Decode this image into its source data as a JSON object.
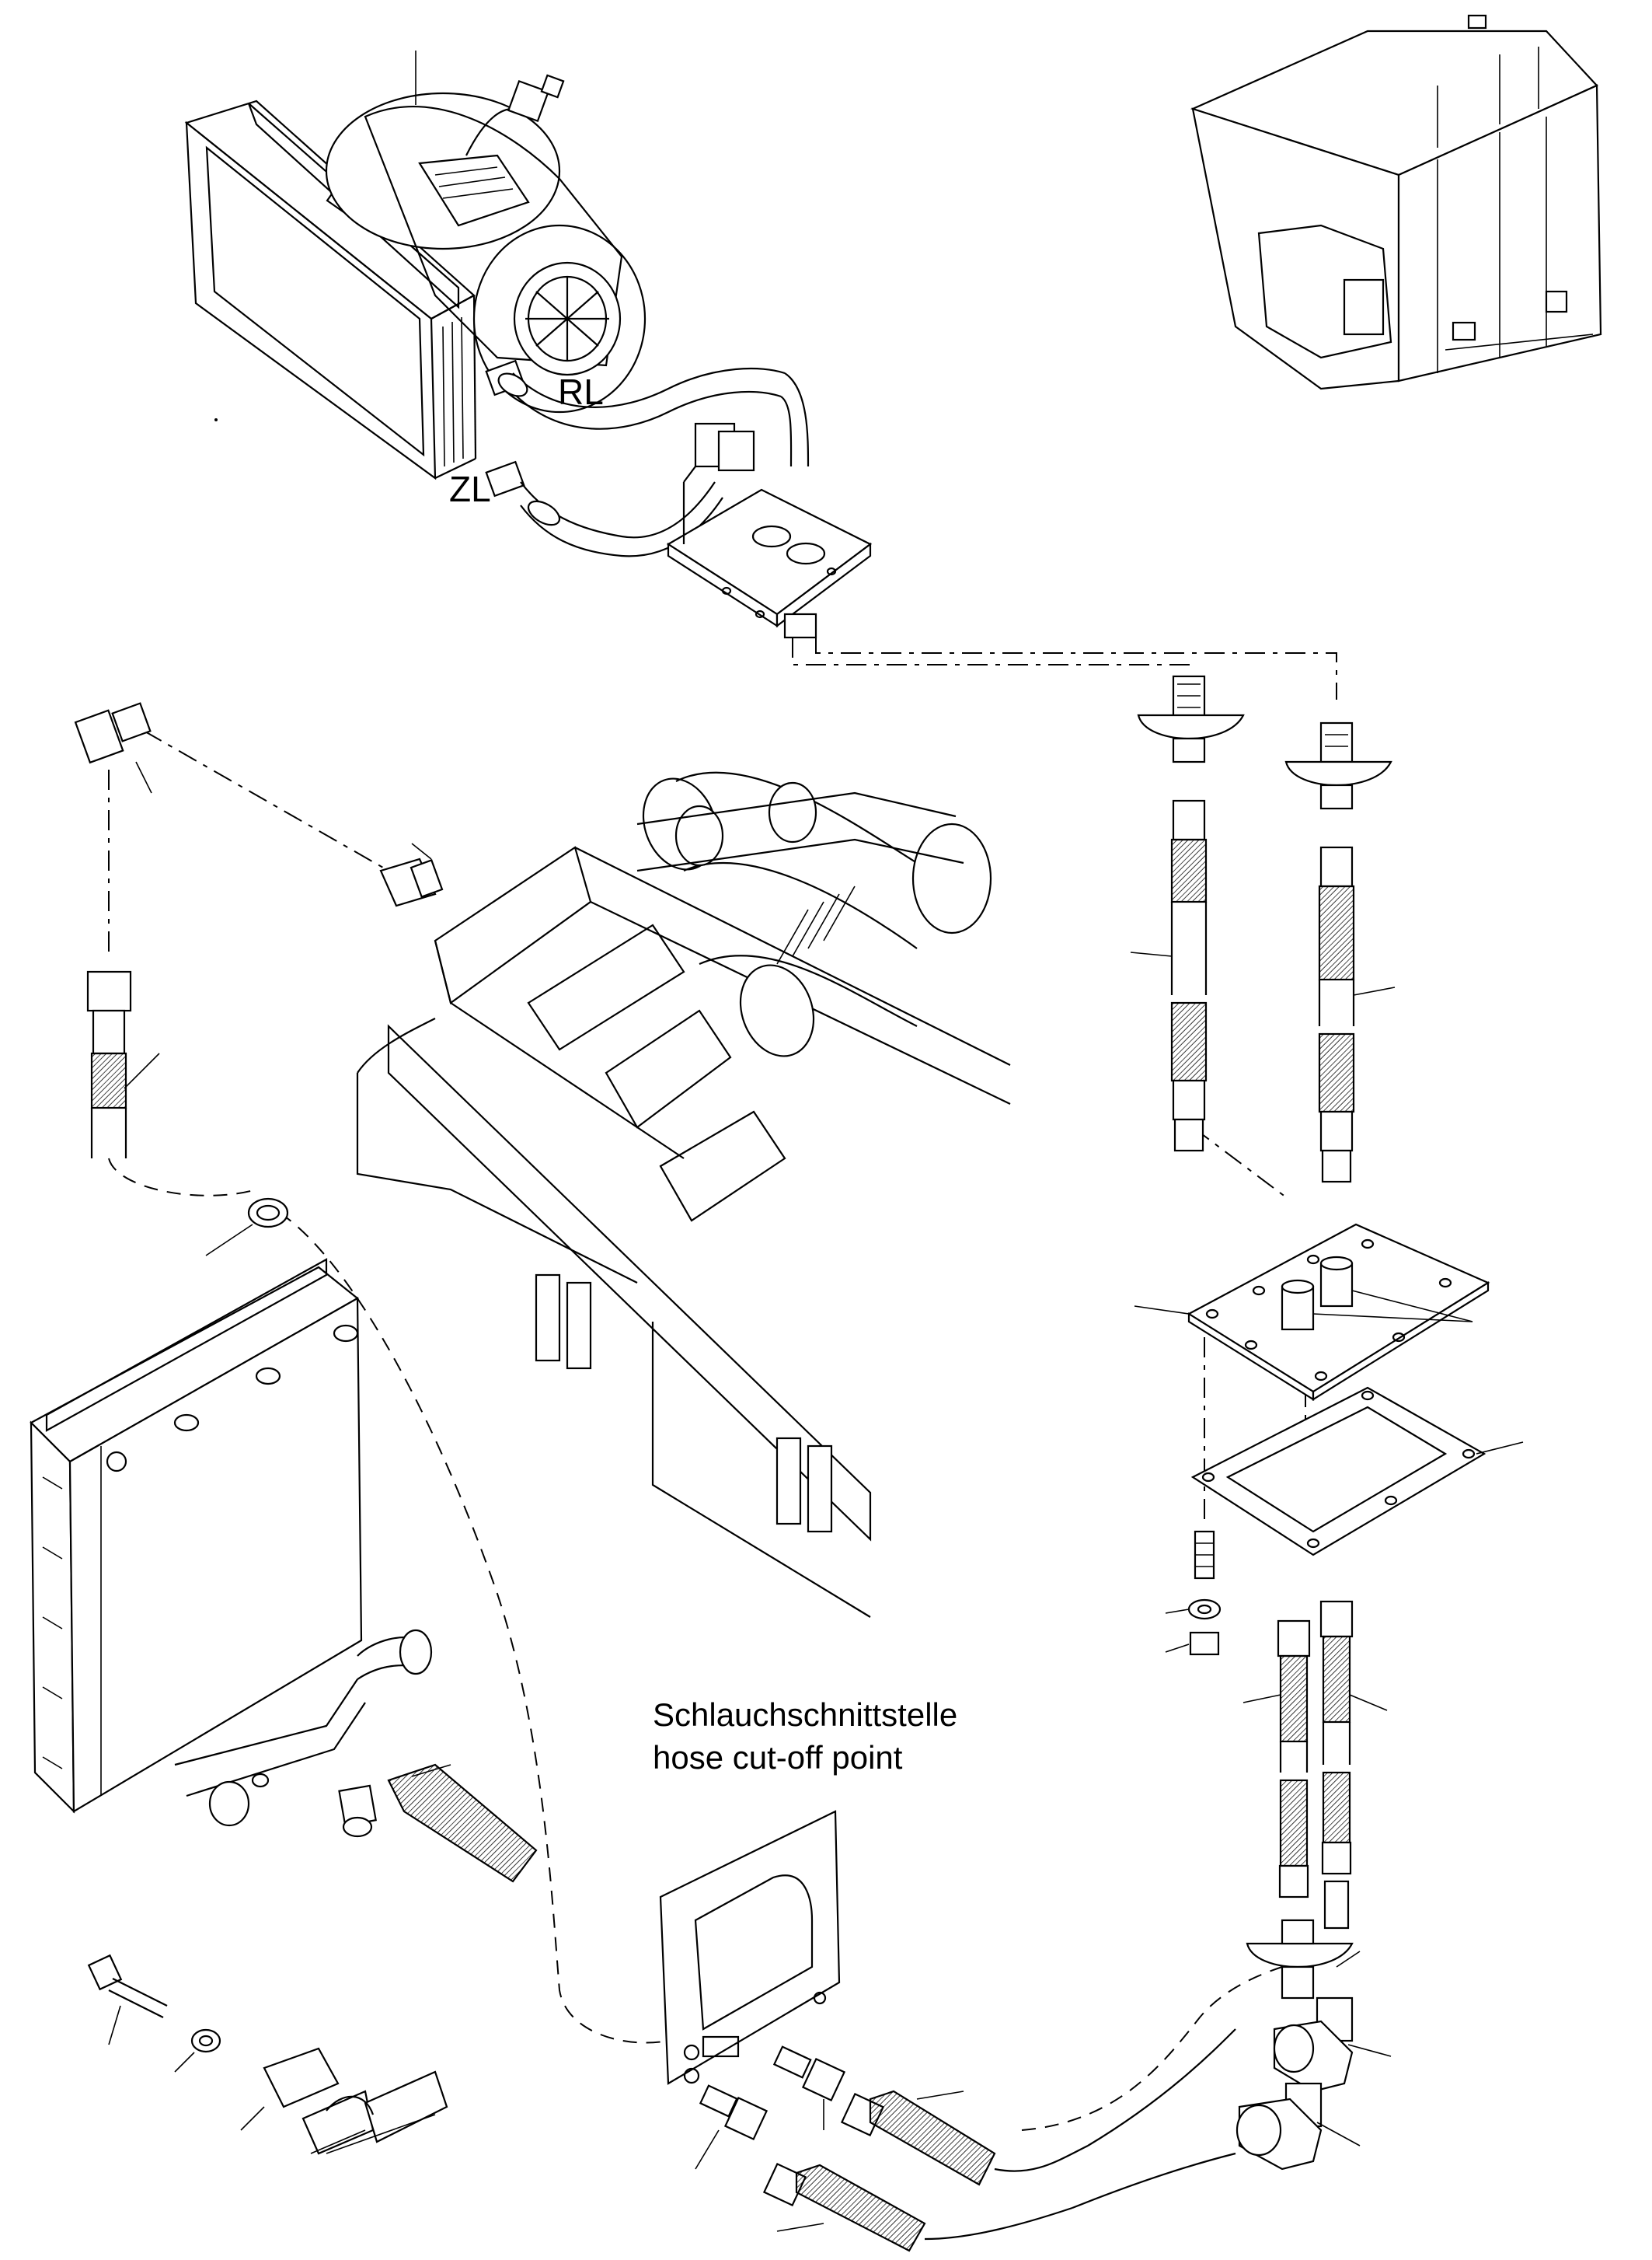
{
  "labels": {
    "return_line": "RL",
    "supply_line": "ZL",
    "cutoff_de": "Schlauchschnittstelle",
    "cutoff_en": "hose cut-off point"
  },
  "colors": {
    "line": "#000000",
    "background": "#ffffff"
  }
}
